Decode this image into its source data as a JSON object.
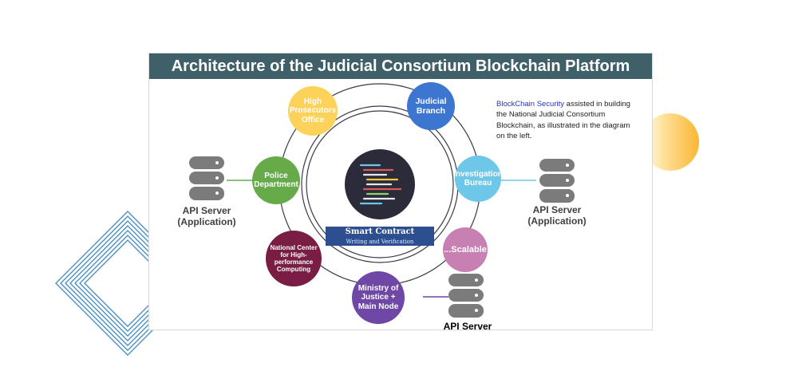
{
  "title": "Architecture of the Judicial Consortium Blockchain Platform",
  "description": {
    "link_text": "BlockChain Security",
    "rest_text": " assisted in building the National Judicial Consortium Blockchain, as illustrated in the diagram on the left."
  },
  "center": {
    "title": "Smart Contract Chaincode",
    "subtitle": "Writing and Verification"
  },
  "nodes": {
    "high_prosecutors": "High Prosecutors Office",
    "judicial_branch": "Judicial Branch",
    "police": "Police Department",
    "investigation": "Investigation Bureau",
    "scalable": "...Scalable",
    "national_center": "National Center for High-performance Computing",
    "ministry": "Ministry of Justice + Main Node"
  },
  "servers": {
    "left_label": "API Server (Application)",
    "right_label": "API Server (Application)",
    "bottom_label": "API Server"
  },
  "colors": {
    "title_bar": "#3f5f69",
    "high_prosecutors": "#fcd25a",
    "judicial_branch": "#3d76d1",
    "police": "#66aa4a",
    "investigation": "#6ec7e9",
    "scalable": "#c880b3",
    "national_center": "#7a1d45",
    "ministry": "#6e47a7",
    "description_link": "#2233cc"
  }
}
